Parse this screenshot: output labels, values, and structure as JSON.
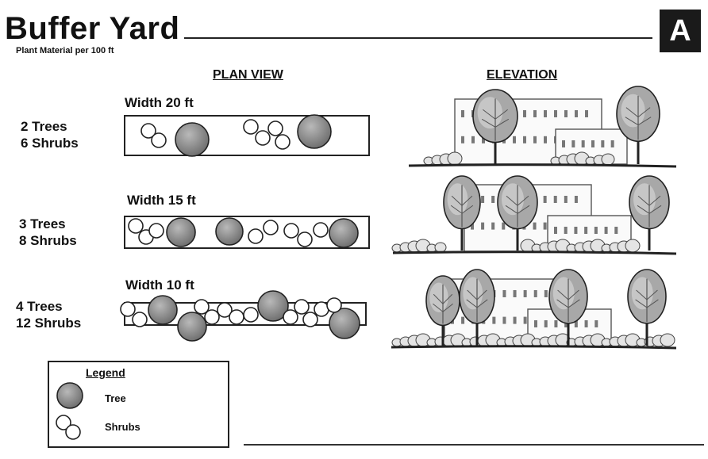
{
  "header": {
    "title": "Buffer Yard",
    "subtitle": "Plant Material per 100 ft",
    "badge": "A"
  },
  "columns": {
    "plan": "PLAN VIEW",
    "elevation": "ELEVATION"
  },
  "rows": [
    {
      "width_label": "Width 20 ft",
      "trees_label": "2 Trees",
      "shrubs_label": "6 Shrubs",
      "trees": 2,
      "shrubs": 6
    },
    {
      "width_label": "Width 15 ft",
      "trees_label": "3 Trees",
      "shrubs_label": "8 Shrubs",
      "trees": 3,
      "shrubs": 8
    },
    {
      "width_label": "Width 10 ft",
      "trees_label": "4 Trees",
      "shrubs_label": "12 Shrubs",
      "trees": 4,
      "shrubs": 12
    }
  ],
  "legend": {
    "title": "Legend",
    "tree": "Tree",
    "shrubs": "Shrubs"
  },
  "colors": {
    "tree_fill": "#8a8a8a",
    "tree_fill_light": "#b4b4b4",
    "ink": "#222222",
    "building": "#555555"
  }
}
